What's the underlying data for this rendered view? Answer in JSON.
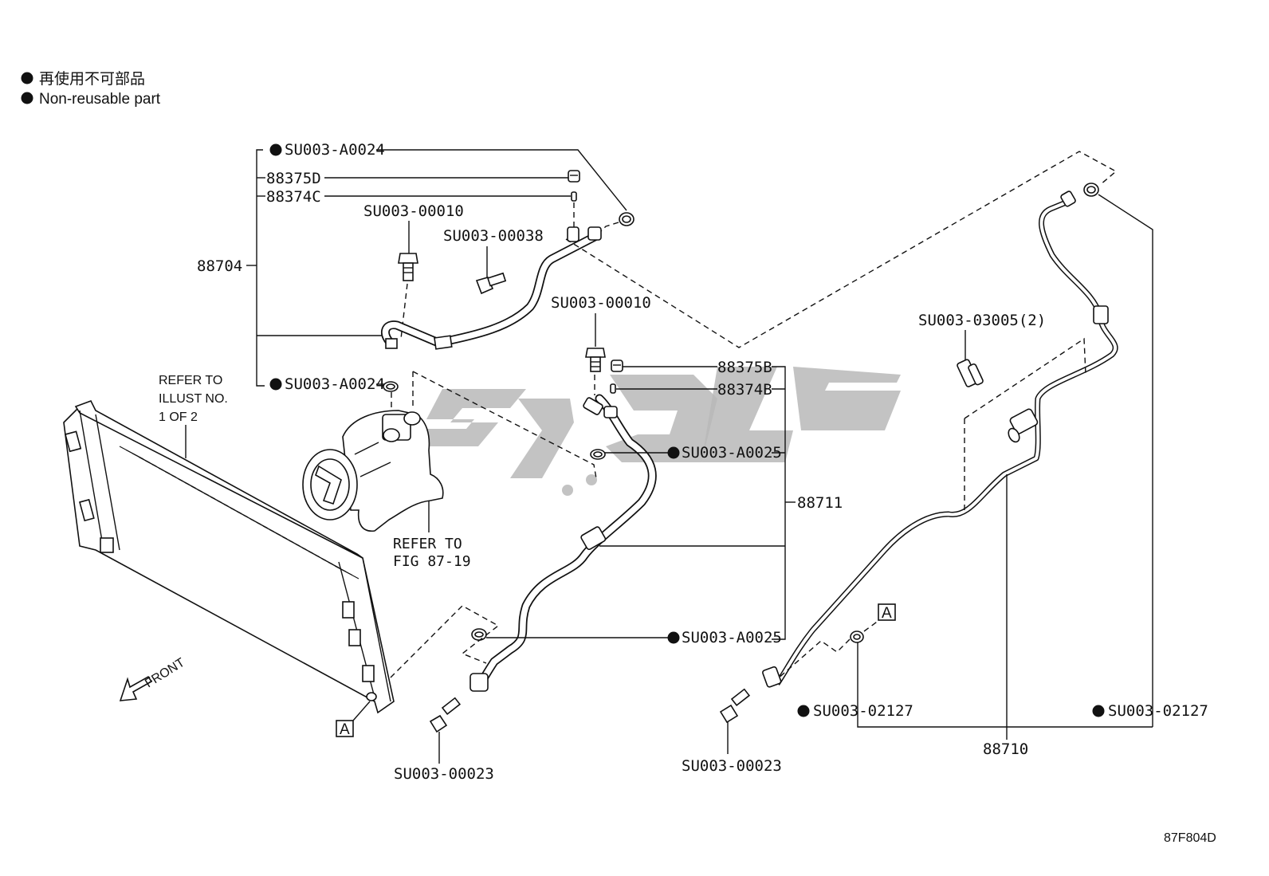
{
  "legend": {
    "jp": "再使用不可部品",
    "en": "Non-reusable part"
  },
  "labels": {
    "su_a0024_top": "SU003-A0024",
    "p88375d": "88375D",
    "p88374c": "88374C",
    "su_00010_a": "SU003-00010",
    "su_00038": "SU003-00038",
    "p88704": "88704",
    "su_a0024_bottom": "SU003-A0024",
    "refer_illust_1": "REFER TO",
    "refer_illust_2": "ILLUST NO.",
    "refer_illust_3": "1 OF 2",
    "refer_fig_1": "REFER TO",
    "refer_fig_2": "FIG 87-19",
    "su_00010_b": "SU003-00010",
    "p88375b": "88375B",
    "p88374b": "88374B",
    "su_a0025_a": "SU003-A0025",
    "p88711": "88711",
    "su_a0025_b": "SU003-A0025",
    "su_03005": "SU003-03005(2)",
    "box_a_right": "A",
    "box_a_left": "A",
    "su_02127_a": "SU003-02127",
    "su_02127_b": "SU003-02127",
    "p88710": "88710",
    "su_00023_a": "SU003-00023",
    "su_00023_b": "SU003-00023",
    "front": "FRONT",
    "fig_code": "87F804D"
  }
}
